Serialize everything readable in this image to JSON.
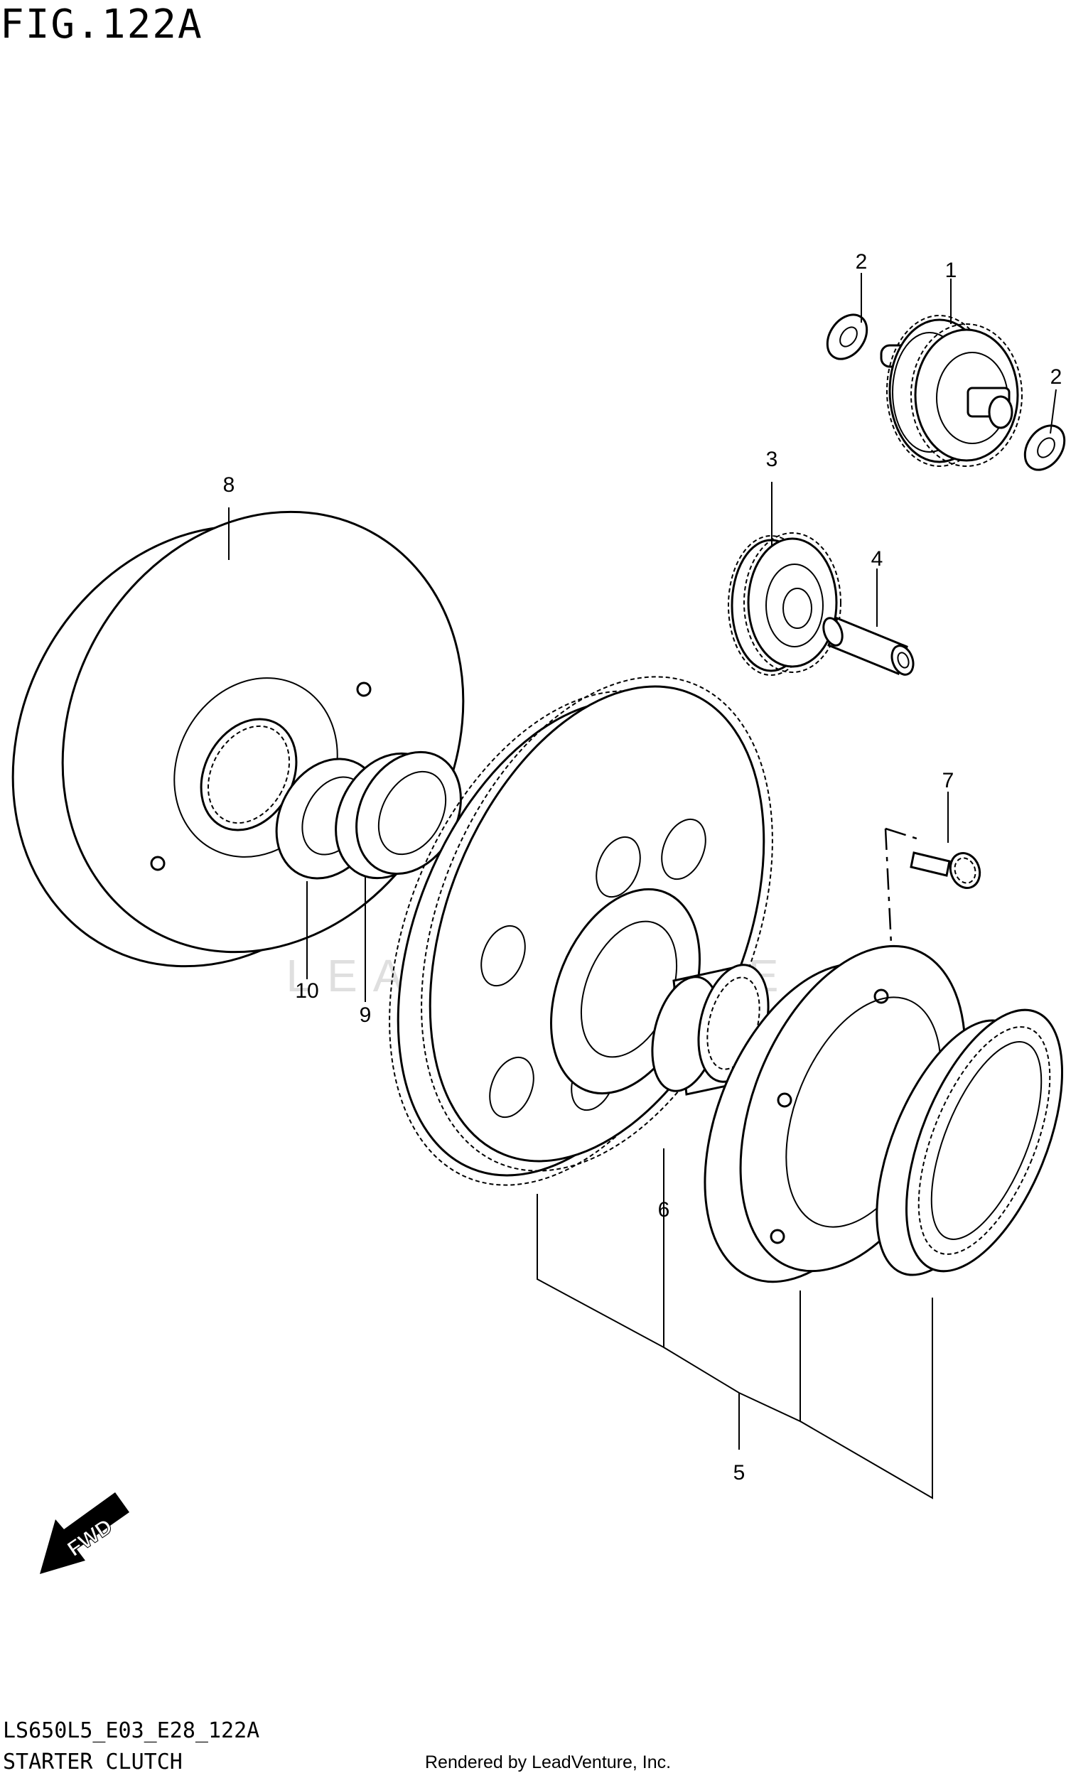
{
  "header": {
    "figure_title": "FIG.122A"
  },
  "footer": {
    "model_code": "LS650L5_E03_E28_122A",
    "diagram_name": "STARTER CLUTCH",
    "credit": "Rendered by LeadVenture, Inc."
  },
  "watermark": {
    "text": "LEADVENTURE"
  },
  "fwd_arrow": {
    "label": "FWD"
  },
  "callouts": {
    "c1": "1",
    "c2a": "2",
    "c2b": "2",
    "c3": "3",
    "c4": "4",
    "c5": "5",
    "c6": "6",
    "c7": "7",
    "c8": "8",
    "c9": "9",
    "c10": "10"
  }
}
